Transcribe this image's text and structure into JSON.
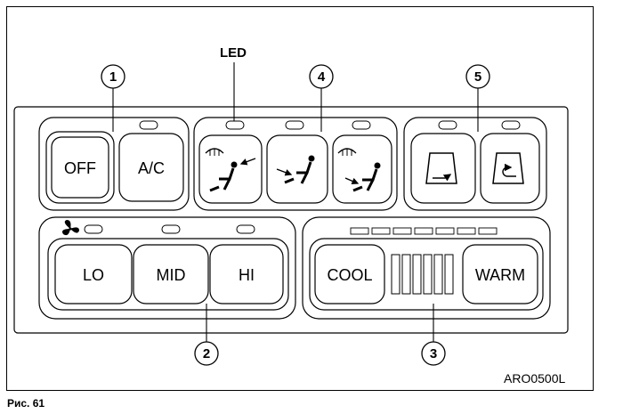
{
  "labels": {
    "led": "LED",
    "off": "OFF",
    "ac": "A/C",
    "lo": "LO",
    "mid": "MID",
    "hi": "HI",
    "cool": "COOL",
    "warm": "WARM",
    "code": "ARO0500L",
    "caption": "Рис. 61"
  },
  "callouts": [
    "1",
    "2",
    "3",
    "4",
    "5"
  ],
  "icons": {
    "fan": "fan-icon",
    "defrost_face": "defrost-face-vent-icon",
    "foot_vent": "foot-vent-icon",
    "defrost_foot": "defrost-foot-vent-icon",
    "fresh_air": "fresh-air-intake-icon",
    "recirculation": "recirculation-icon"
  }
}
